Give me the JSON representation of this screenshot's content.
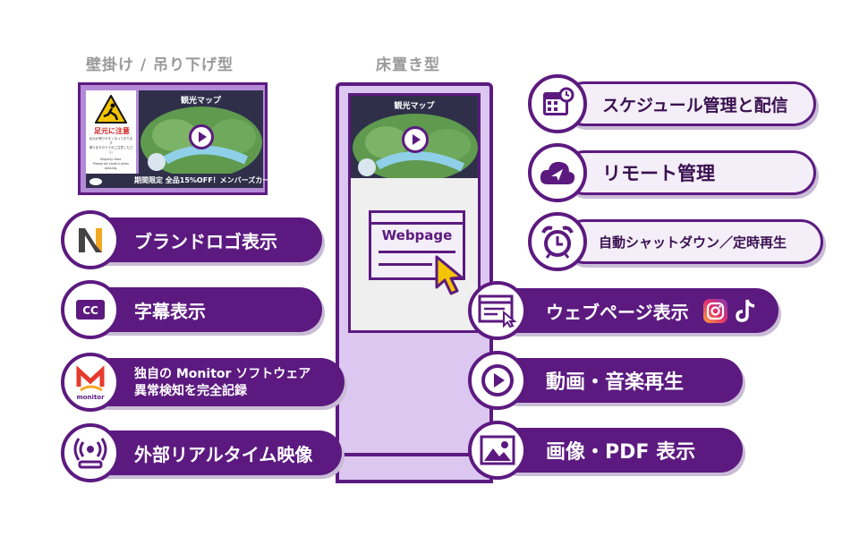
{
  "labels": {
    "wall_type": "壁掛け / 吊り下げ型",
    "floor_type": "床置き型"
  },
  "wall_display": {
    "map_title": "観光マップ",
    "sign_title": "足元に注意",
    "sign_text_1": "足元が滑りやすくなっております",
    "sign_text_2": "滑りますので十分ご注意ください",
    "sign_text_en_1": "Slippery floor.",
    "sign_text_en_2": "Please be careful when passing.",
    "ticker": "期間限定 全品15%OFF！メンバーズカー"
  },
  "kiosk": {
    "map_title": "観光マップ",
    "webpage_label": "Webpage"
  },
  "left_features": [
    {
      "label": "ブランドロゴ表示",
      "icon": "brand-logo-icon"
    },
    {
      "label": "字幕表示",
      "icon": "cc-icon"
    },
    {
      "label_line1": "独自の Monitor ソフトウェア",
      "label_line2": "異常検知を完全記録",
      "icon": "monitor-logo-icon",
      "logo_text": "monitor"
    },
    {
      "label": "外部リアルタイム映像",
      "icon": "live-stream-icon"
    }
  ],
  "right_features": [
    {
      "label": "スケジュール管理と配信",
      "icon": "calendar-icon"
    },
    {
      "label": "リモート管理",
      "icon": "cloud-send-icon"
    },
    {
      "label": "自動シャットダウン／定時再生",
      "icon": "alarm-clock-icon"
    },
    {
      "label": "ウェブページ表示",
      "icon": "browser-icon"
    },
    {
      "label": "動画・音楽再生",
      "icon": "play-icon"
    },
    {
      "label": "画像・PDF 表示",
      "icon": "image-icon"
    }
  ],
  "colors": {
    "primary": "#5c1a80",
    "light": "#f3eef7",
    "kiosk": "#dcc7f0",
    "accent": "#f5c400"
  }
}
